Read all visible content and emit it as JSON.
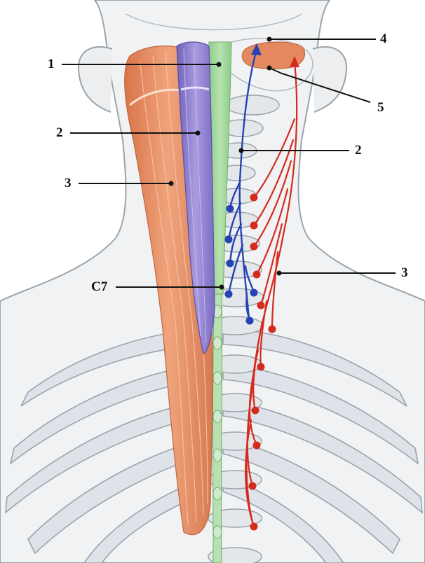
{
  "labels": {
    "l1": "1",
    "l2_left": "2",
    "l3_left": "3",
    "c7": "C7",
    "l4": "4",
    "l5": "5",
    "l2_right": "2",
    "l3_right": "3"
  },
  "colors": {
    "outline": "#9aa4ab",
    "body_fill": "#f1f2f3",
    "rib_fill": "#dde3e8",
    "ligament_green": "#9fd49a",
    "muscle_purple": "#8f80cf",
    "muscle_orange": "#e4895f",
    "nerve_blue": "#2643b4",
    "nerve_red": "#d52a1e",
    "leader_line": "#111111"
  },
  "icons": {
    "arrow_blue": "arrowhead-up-icon",
    "arrow_red": "arrowhead-up-icon"
  }
}
